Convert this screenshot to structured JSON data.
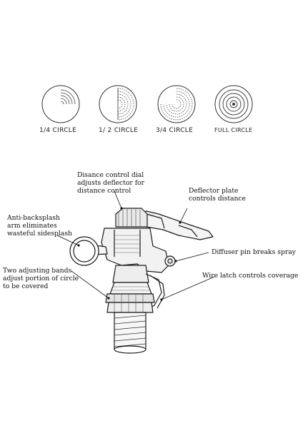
{
  "coverage_patterns": [
    {
      "label": "1/4 CIRCLE",
      "icon": "quarter-circle-pattern-icon"
    },
    {
      "label": "1/ 2 CIRCLE",
      "icon": "half-circle-pattern-icon"
    },
    {
      "label": "3/4 CIRCLE",
      "icon": "three-quarter-circle-pattern-icon"
    },
    {
      "label": "FULL CIRCLE",
      "icon": "full-circle-pattern-icon"
    }
  ],
  "callouts": {
    "distance_dial": [
      "Disance control dial",
      "adjusts deflector for",
      "distance control"
    ],
    "deflector_plate": [
      "Deflector plate",
      "controls distance"
    ],
    "anti_backsplash": [
      "Anti-backsplash",
      "arm eliminates",
      "wasteful sidesplash"
    ],
    "diffuser_pin": [
      "Diffuser pin breaks spray"
    ],
    "adjusting_bands": [
      "Two adjusting bands",
      "adjust portion of circle",
      "to be covered"
    ],
    "wire_latch": [
      "Wire latch controls coverage"
    ]
  }
}
